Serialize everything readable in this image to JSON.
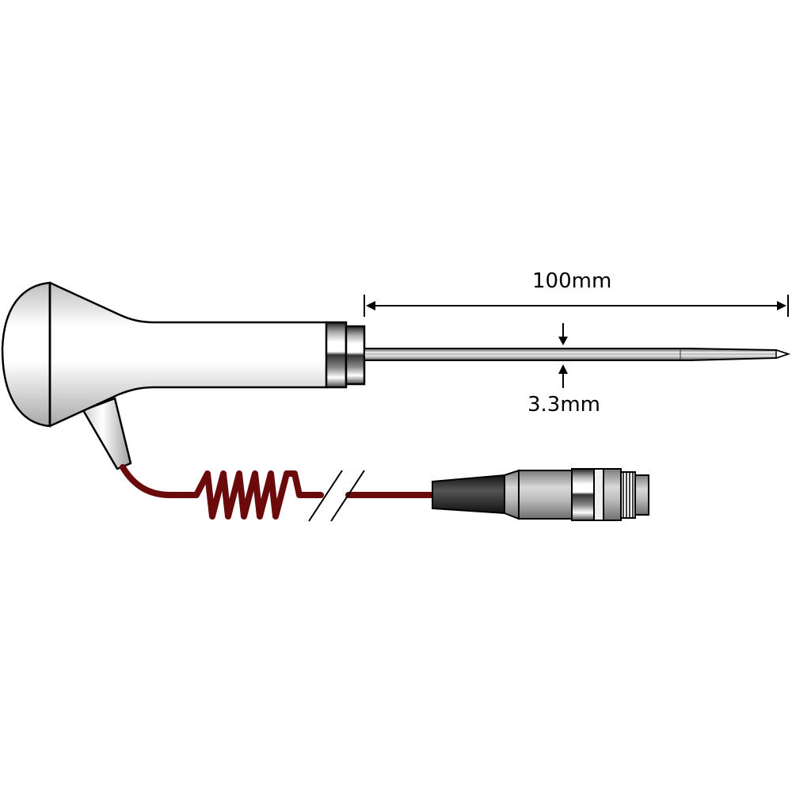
{
  "diagram": {
    "subject": "Temperature probe with handle, coiled cable and connector",
    "dimensions": {
      "probe_length_label": "100mm",
      "probe_diameter_label": "3.3mm"
    },
    "colors": {
      "cable": "#6b0a0a",
      "outline": "#000000",
      "handle_light": "#ffffff",
      "handle_shade": "#bdbdbd",
      "connector_boot": "#3a3a3a",
      "connector_body": "#c8c8c8"
    }
  }
}
